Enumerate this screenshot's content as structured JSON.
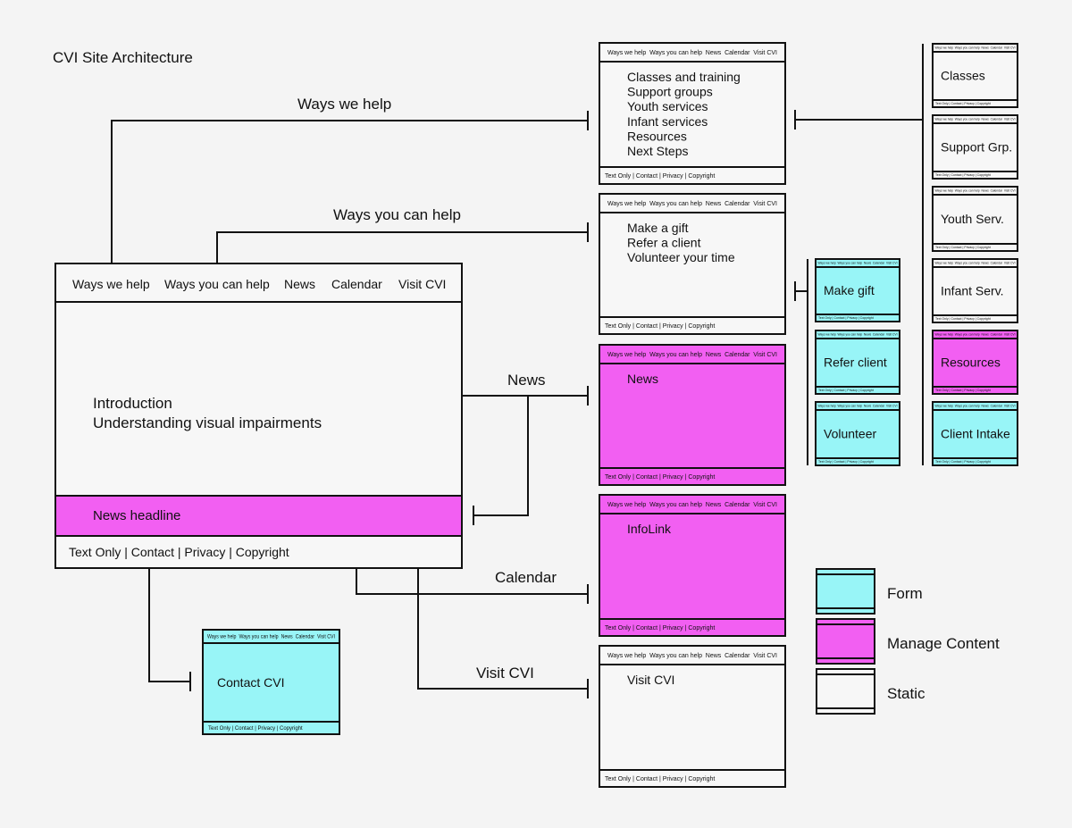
{
  "title": "CVI Site Architecture",
  "colors": {
    "form": "#98f5f7",
    "manage_content": "#f25ff2",
    "static": "#f7f7f7",
    "background": "#f4f4f4",
    "line": "#111111"
  },
  "main": {
    "nav": [
      "Ways we help",
      "Ways you can help",
      "News",
      "Calendar",
      "Visit CVI"
    ],
    "intro": [
      "Introduction",
      "Understanding visual impairments"
    ],
    "news_headline": "News headline",
    "footer": "Text Only | Contact | Privacy | Copyright"
  },
  "connectors": {
    "ways_we_help": "Ways we help",
    "ways_you_can_help": "Ways you can help",
    "news": "News",
    "calendar": "Calendar",
    "visit_cvi": "Visit CVI"
  },
  "mini_nav": [
    "Ways we help",
    "Ways you can help",
    "News",
    "Calendar",
    "Visit CVI"
  ],
  "mini_footer": "Text Only | Contact | Privacy | Copyright",
  "pages": [
    {
      "id": "ways-we-help",
      "type": "static",
      "lines": [
        "Classes and training",
        "Support groups",
        "Youth services",
        "Infant services",
        "Resources",
        "Next Steps"
      ]
    },
    {
      "id": "ways-you-can-help",
      "type": "static",
      "lines": [
        "Make a gift",
        "Refer a client",
        "Volunteer your time"
      ]
    },
    {
      "id": "news",
      "type": "manage_content",
      "lines": [
        "News"
      ]
    },
    {
      "id": "infolink",
      "type": "manage_content",
      "lines": [
        "InfoLink"
      ]
    },
    {
      "id": "visit-cvi",
      "type": "static",
      "lines": [
        "Visit CVI"
      ]
    },
    {
      "id": "make-gift",
      "type": "form",
      "lines": [
        "Make gift"
      ]
    },
    {
      "id": "refer-client",
      "type": "form",
      "lines": [
        "Refer client"
      ]
    },
    {
      "id": "volunteer",
      "type": "form",
      "lines": [
        "Volunteer"
      ]
    },
    {
      "id": "classes",
      "type": "static",
      "lines": [
        "Classes"
      ]
    },
    {
      "id": "support-grp",
      "type": "static",
      "lines": [
        "Support Grp."
      ]
    },
    {
      "id": "youth-serv",
      "type": "static",
      "lines": [
        "Youth Serv."
      ]
    },
    {
      "id": "infant-serv",
      "type": "static",
      "lines": [
        "Infant Serv."
      ]
    },
    {
      "id": "resources",
      "type": "manage_content",
      "lines": [
        "Resources"
      ]
    },
    {
      "id": "client-intake",
      "type": "form",
      "lines": [
        "Client Intake"
      ]
    },
    {
      "id": "contact-cvi",
      "type": "form",
      "lines": [
        "Contact CVI"
      ]
    }
  ],
  "legend": [
    {
      "type": "form",
      "label": "Form"
    },
    {
      "type": "manage_content",
      "label": "Manage Content"
    },
    {
      "type": "static",
      "label": "Static"
    }
  ]
}
